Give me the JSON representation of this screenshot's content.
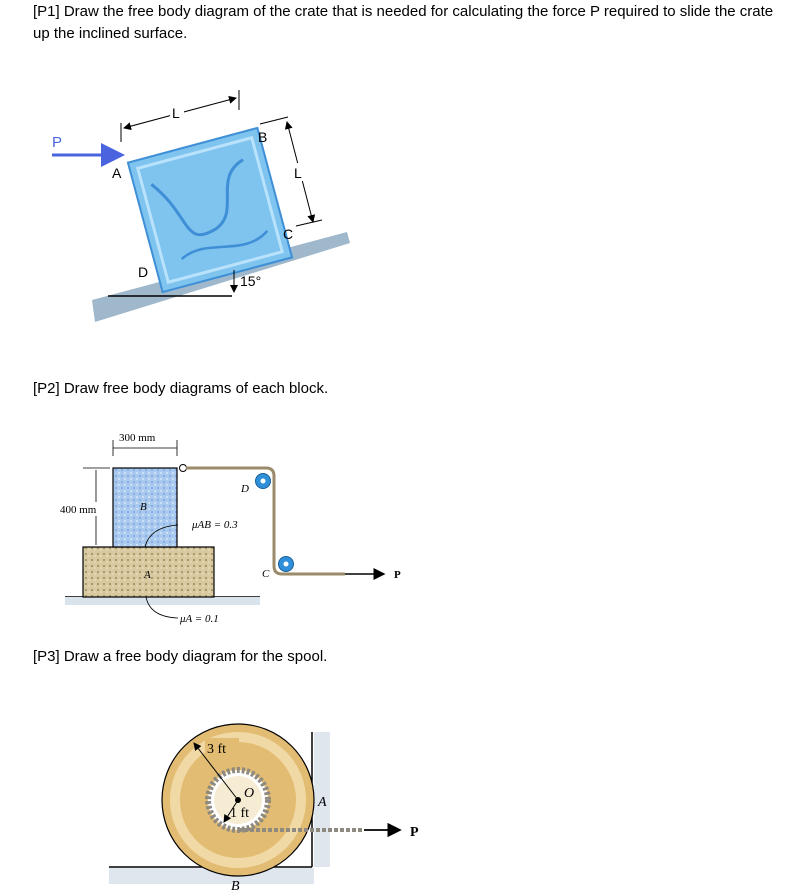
{
  "problems": [
    {
      "id": "p1",
      "text": "[P1] Draw the free body diagram of the crate that is needed for calculating the force P required to slide the crate up the inclined surface."
    },
    {
      "id": "p2",
      "text": "[P2] Draw free body diagrams of each block."
    },
    {
      "id": "p3",
      "text": "[P3] Draw a free body diagram for the spool."
    }
  ],
  "fig1": {
    "force_label": "P",
    "corner_a": "A",
    "corner_b": "B",
    "corner_c": "C",
    "corner_d": "D",
    "dim_top": "L",
    "dim_side": "L",
    "angle": "15°",
    "colors": {
      "crate": "#7fc3ef",
      "crate_dark": "#3e8fd6",
      "arrow": "#4a64e0",
      "slope": "#9fb8cc"
    }
  },
  "fig2": {
    "width_dim": "300 mm",
    "height_dim": "400 mm",
    "block_b": "B",
    "block_a": "A",
    "pulley_d": "D",
    "pulley_c": "C",
    "mu_ab": "μAB = 0.3",
    "mu_a": "μA = 0.1",
    "force": "P",
    "colors": {
      "block_b": "#a9c9ef",
      "block_a": "#d8c9a0",
      "pulley": "#2f8fd8"
    }
  },
  "fig3": {
    "outer_dim": "3 ft",
    "inner_dim": "1 ft",
    "center": "O",
    "point_a": "A",
    "point_b": "B",
    "force": "P",
    "colors": {
      "spool": "#e2bc72",
      "spool_light": "#f1d9a6"
    }
  }
}
